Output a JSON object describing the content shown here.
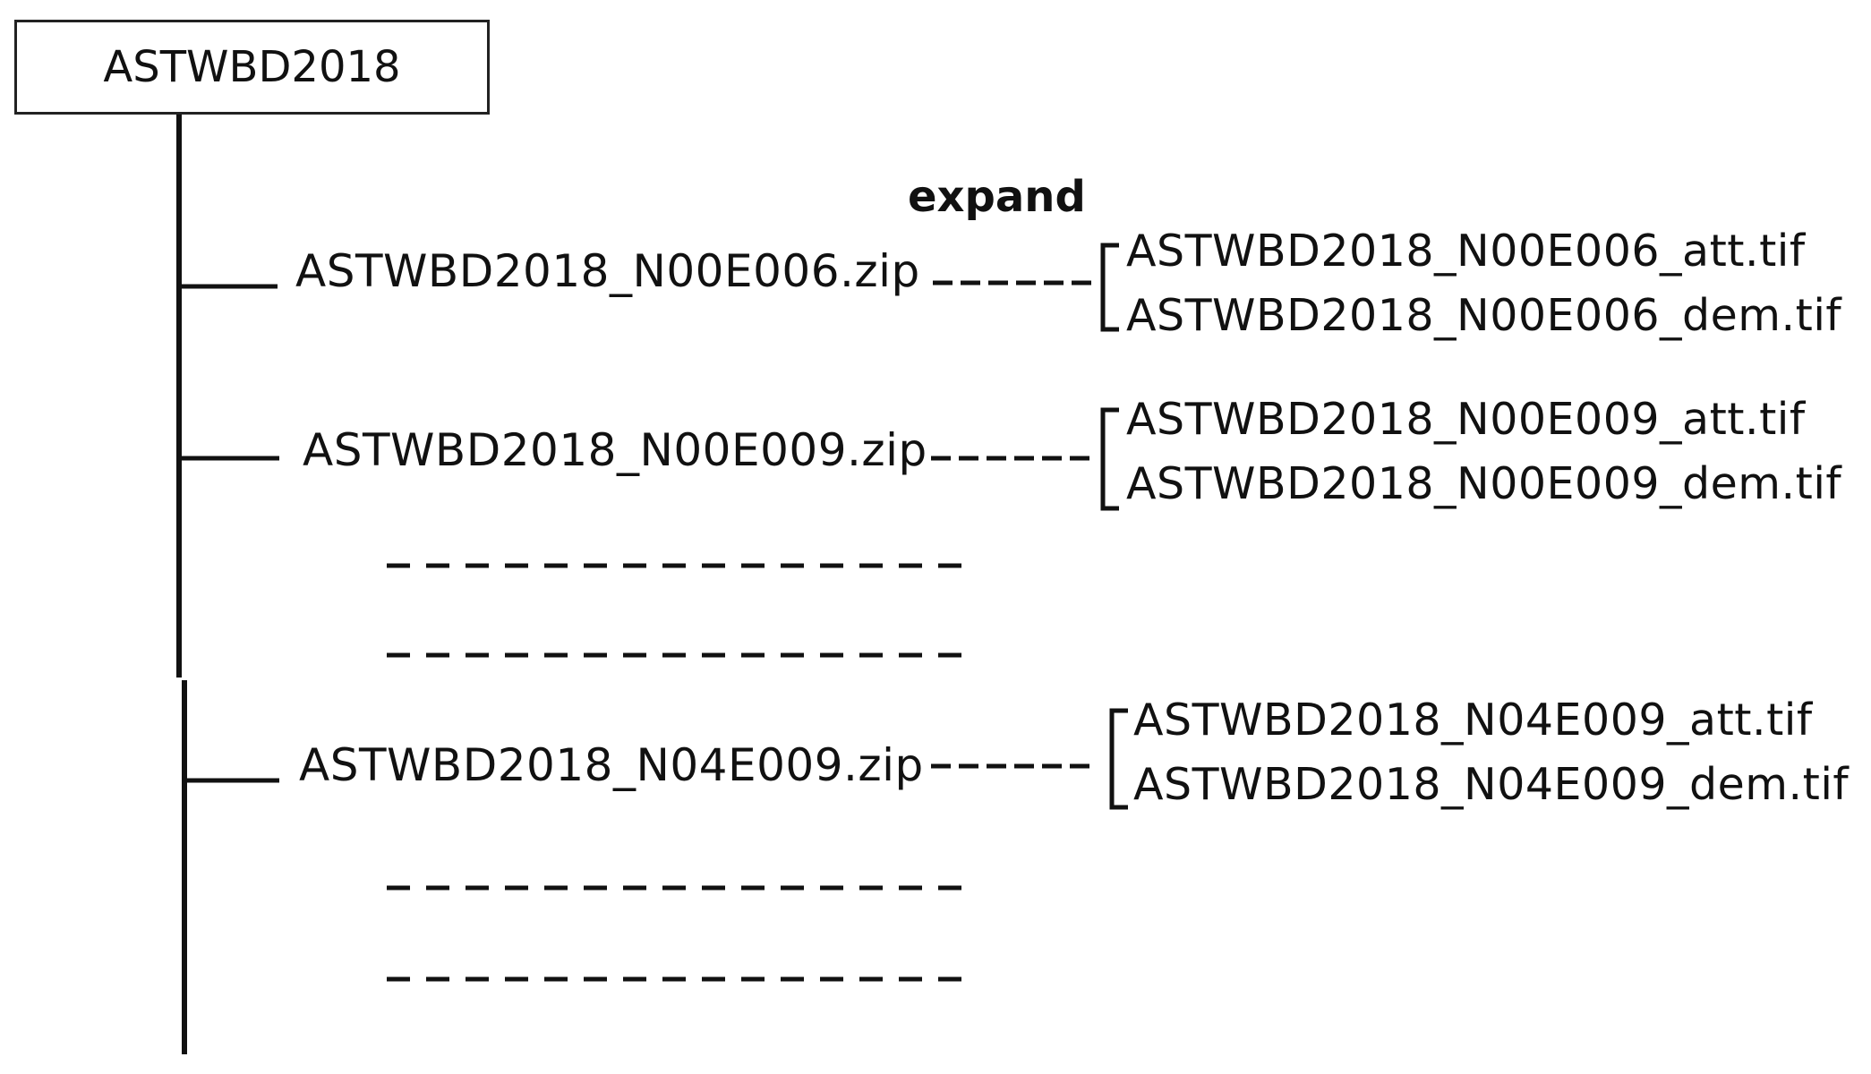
{
  "root": {
    "label": "ASTWBD2018"
  },
  "action_label": "expand",
  "zip_files": [
    {
      "name": "ASTWBD2018_N00E006.zip",
      "contents": [
        "ASTWBD2018_N00E006_att.tif",
        "ASTWBD2018_N00E006_dem.tif"
      ]
    },
    {
      "name": "ASTWBD2018_N00E009.zip",
      "contents": [
        "ASTWBD2018_N00E009_att.tif",
        "ASTWBD2018_N00E009_dem.tif"
      ]
    },
    {
      "name": "ASTWBD2018_N04E009.zip",
      "contents": [
        "ASTWBD2018_N04E009_att.tif",
        "ASTWBD2018_N04E009_dem.tif"
      ]
    }
  ],
  "colors": {
    "line": "#111111",
    "text": "#111111"
  }
}
